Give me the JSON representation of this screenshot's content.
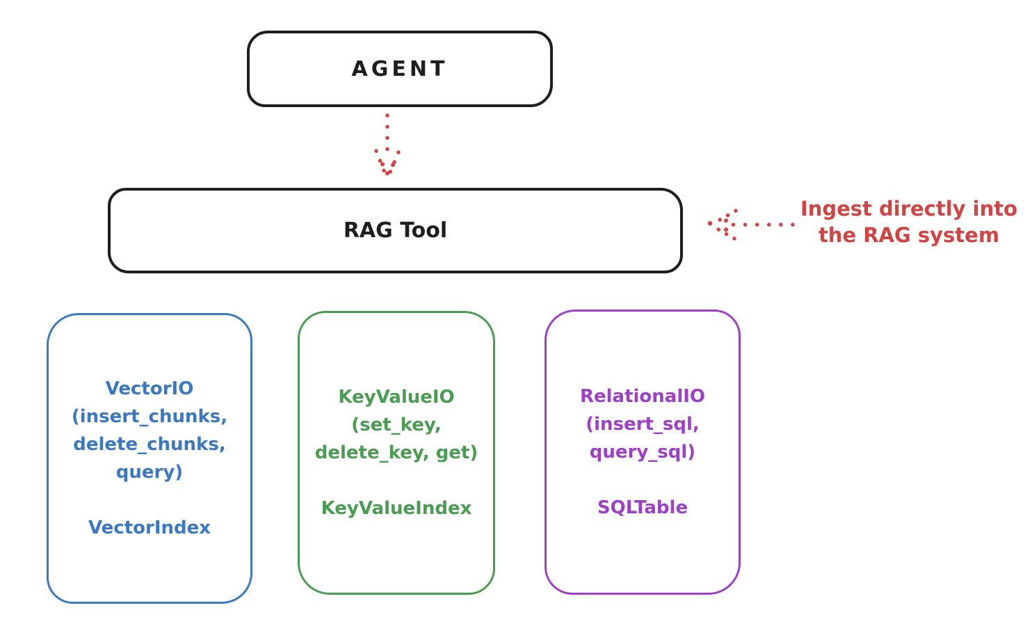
{
  "colors": {
    "ink": "#1e1e1e",
    "red": "#d14444",
    "blue": "#3b78c2",
    "green": "#4a9c52",
    "purple": "#9e3fc8",
    "background": "#ffffff"
  },
  "agent": {
    "label": "AGENT"
  },
  "rag_tool": {
    "label": "RAG Tool"
  },
  "annotation": {
    "lines": [
      "Ingest directly into",
      "the RAG system"
    ]
  },
  "arrows": {
    "agent_to_rag_tool": "dotted-arrow-down",
    "annotation_to_rag_tool": "dotted-arrow-left"
  },
  "stores": [
    {
      "id": "vector-io",
      "color": "#3b78c2",
      "lines": [
        "VectorIO",
        "(insert_chunks,",
        "delete_chunks,",
        "query)"
      ],
      "index": "VectorIndex"
    },
    {
      "id": "keyvalue-io",
      "color": "#4a9c52",
      "lines": [
        "KeyValueIO",
        "(set_key,",
        "delete_key, get)"
      ],
      "index": "KeyValueIndex"
    },
    {
      "id": "relational-io",
      "color": "#9e3fc8",
      "lines": [
        "RelationalIO",
        "(insert_sql,",
        "query_sql)"
      ],
      "index": "SQLTable"
    }
  ]
}
